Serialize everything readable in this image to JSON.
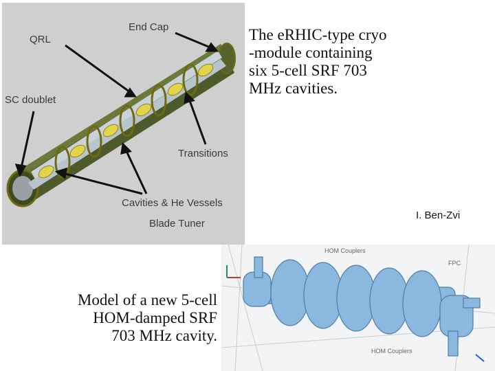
{
  "top_caption": [
    "The eRHIC-type cryo",
    "-module containing",
    "six 5-cell SRF 703",
    "MHz cavities."
  ],
  "credit": "I. Ben-Zvi",
  "bottom_caption": [
    "Model of a new 5-cell",
    "HOM-damped SRF",
    "703 MHz cavity."
  ],
  "cryomodule_figure": {
    "labels": {
      "end_cap": "End Cap",
      "qrl": "QRL",
      "sc_doublet": "SC doublet",
      "transitions": "Transitions",
      "cavities": "Cavities & He Vessels",
      "blade_tuner": "Blade Tuner"
    }
  },
  "cavity_figure": {
    "labels": {
      "hom_top": "HOM Couplers",
      "fpc": "FPC",
      "hom_bottom": "HOM Couplers"
    }
  },
  "colors": {
    "vessel": "#4d5a2a",
    "ring": "#6f6a10",
    "cavity": "#8ab8de"
  }
}
